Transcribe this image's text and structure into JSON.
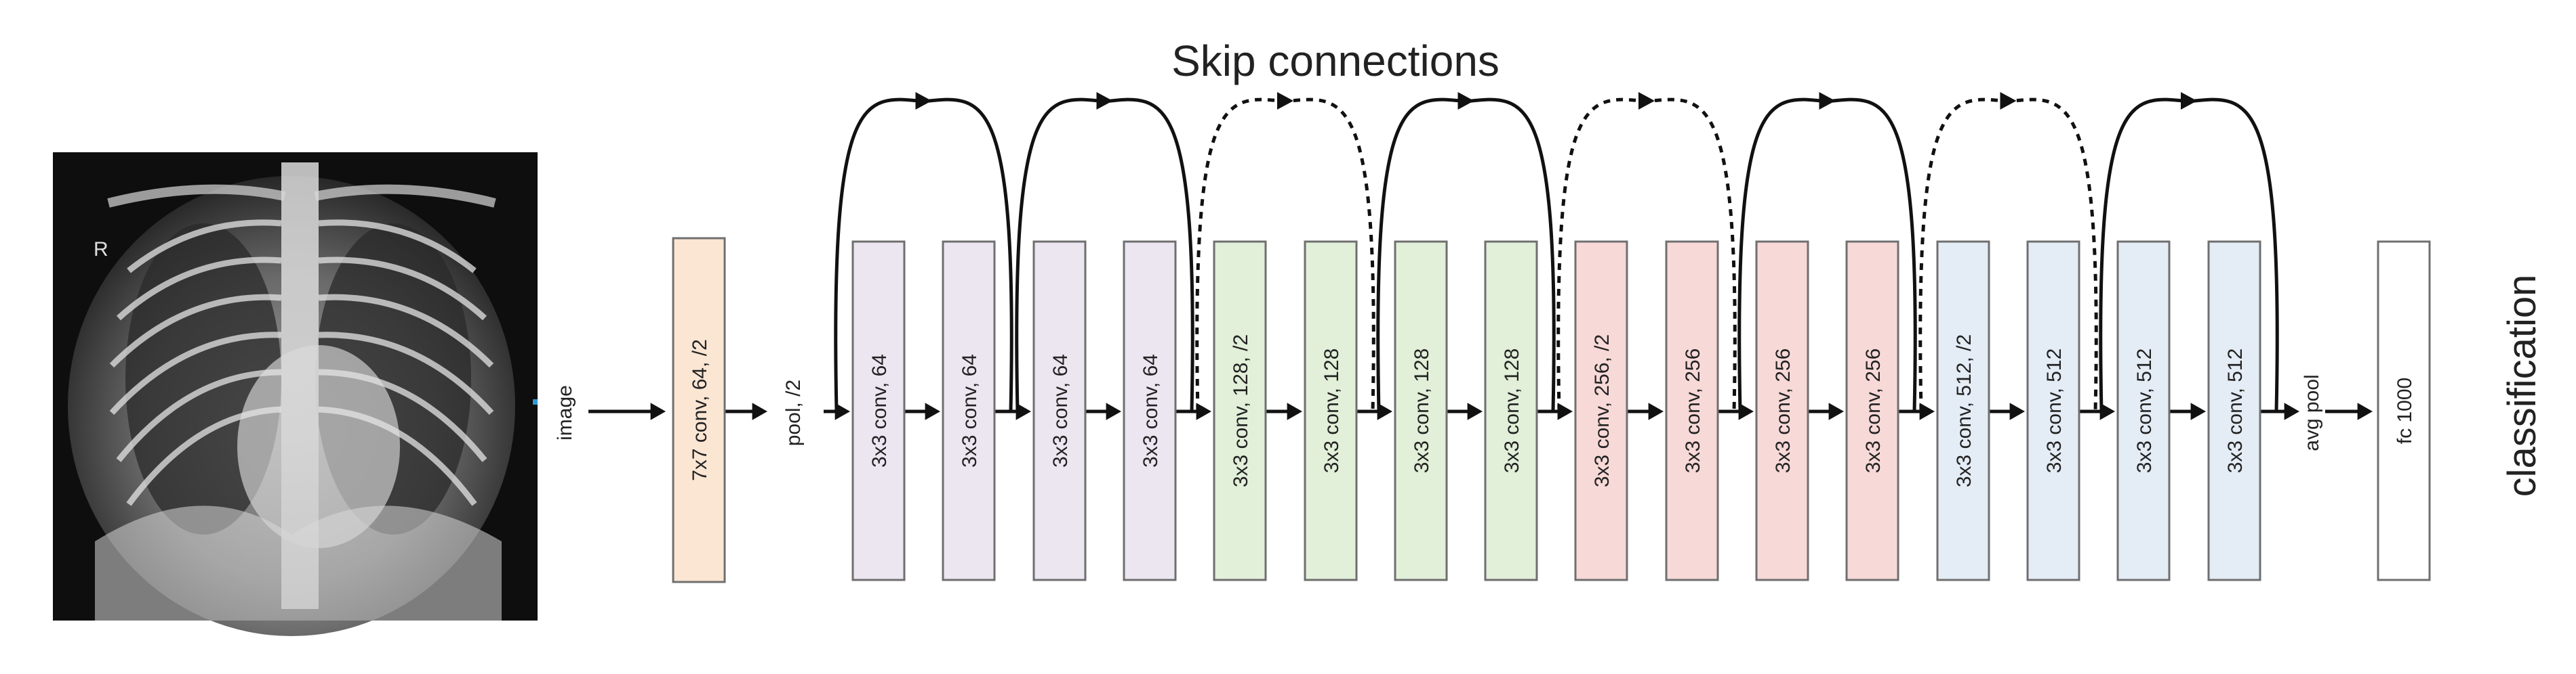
{
  "diagram": {
    "title": "Skip connections",
    "xray_marker": "R",
    "labels": {
      "input": "image",
      "pool": "pool, /2",
      "avg_pool": "avg pool",
      "output": "classification"
    },
    "first_layer": {
      "text": "7x7 conv, 64, /2",
      "fill": "#fbe6d4"
    },
    "stages": [
      {
        "fill": "#ece6f1",
        "layers": [
          "3x3 conv, 64",
          "3x3 conv, 64",
          "3x3 conv, 64",
          "3x3 conv, 64"
        ]
      },
      {
        "fill": "#e2efd9",
        "layers": [
          "3x3 conv, 128, /2",
          "3x3 conv, 128",
          "3x3 conv, 128",
          "3x3 conv, 128"
        ]
      },
      {
        "fill": "#f7d9d8",
        "layers": [
          "3x3 conv, 256, /2",
          "3x3 conv, 256",
          "3x3 conv, 256",
          "3x3 conv, 256"
        ]
      },
      {
        "fill": "#e4ecf5",
        "layers": [
          "3x3 conv, 512, /2",
          "3x3 conv, 512",
          "3x3 conv, 512",
          "3x3 conv, 512"
        ]
      }
    ],
    "fc_layer": {
      "text": "fc 1000",
      "fill": "#ffffff"
    },
    "skip_connections": [
      {
        "style": "solid"
      },
      {
        "style": "solid"
      },
      {
        "style": "dashed"
      },
      {
        "style": "solid"
      },
      {
        "style": "dashed"
      },
      {
        "style": "solid"
      },
      {
        "style": "dashed"
      },
      {
        "style": "solid"
      }
    ]
  }
}
